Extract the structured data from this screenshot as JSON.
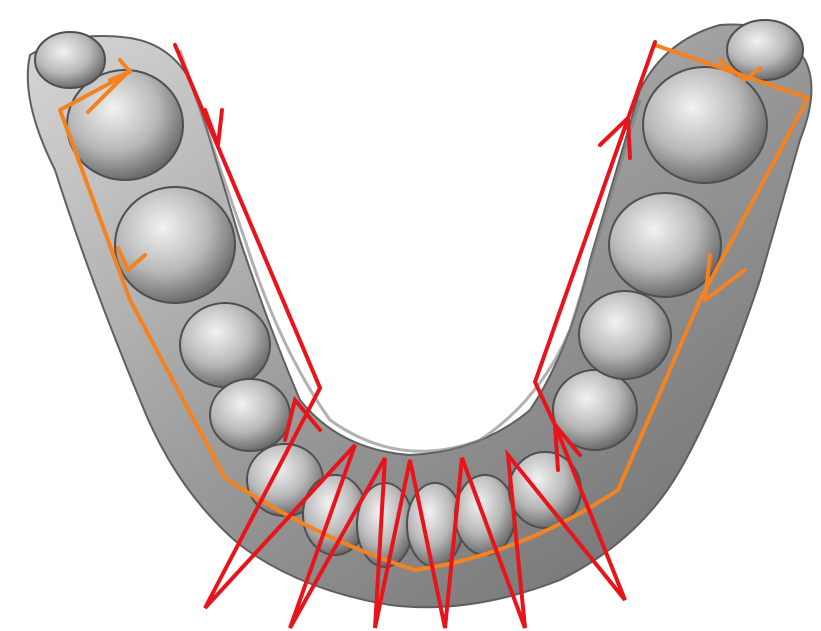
{
  "colors": {
    "background": "#ffffff",
    "scan_dark": "#6f6f6f",
    "scan_mid": "#a9a9a9",
    "scan_light": "#e6e6e6",
    "tooth_shadow": "#5a5a5a",
    "red_path": "#e8141b",
    "orange_path": "#f58220"
  },
  "icons": {
    "arch": "dental-arch-scan",
    "red_path": "zigzag-scan-path-arrows",
    "orange_path": "outline-scan-path-arrows"
  }
}
